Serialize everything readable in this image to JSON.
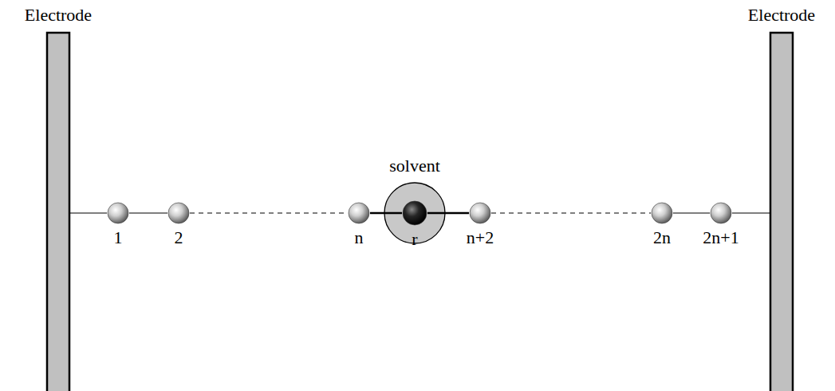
{
  "diagram": {
    "nodes": [
      {
        "text": [
          "Electrode"
        ]
      },
      {
        "text": [
          "1"
        ]
      },
      {
        "text": [
          "2"
        ]
      },
      {
        "text": [
          "n"
        ]
      },
      {
        "text": [
          "solvent"
        ]
      },
      {
        "text": [
          "r"
        ],
        "in": 4
      },
      {
        "text": [
          "n+2"
        ]
      },
      {
        "text": [
          "2n"
        ]
      },
      {
        "text": [
          "2n+1"
        ]
      },
      {
        "text": [
          "Electrode"
        ]
      }
    ],
    "edges": [
      {
        "from": 0,
        "to": 1,
        "arrow": "none"
      },
      {
        "from": 1,
        "to": 2,
        "arrow": "none"
      },
      {
        "from": 2,
        "to": 3,
        "arrow": "none"
      },
      {
        "from": 3,
        "to": 5,
        "arrow": "none"
      },
      {
        "from": 5,
        "to": 6,
        "arrow": "none"
      },
      {
        "from": 6,
        "to": 7,
        "arrow": "none"
      },
      {
        "from": 7,
        "to": 8,
        "arrow": "none"
      },
      {
        "from": 8,
        "to": 9,
        "arrow": "none"
      }
    ]
  }
}
